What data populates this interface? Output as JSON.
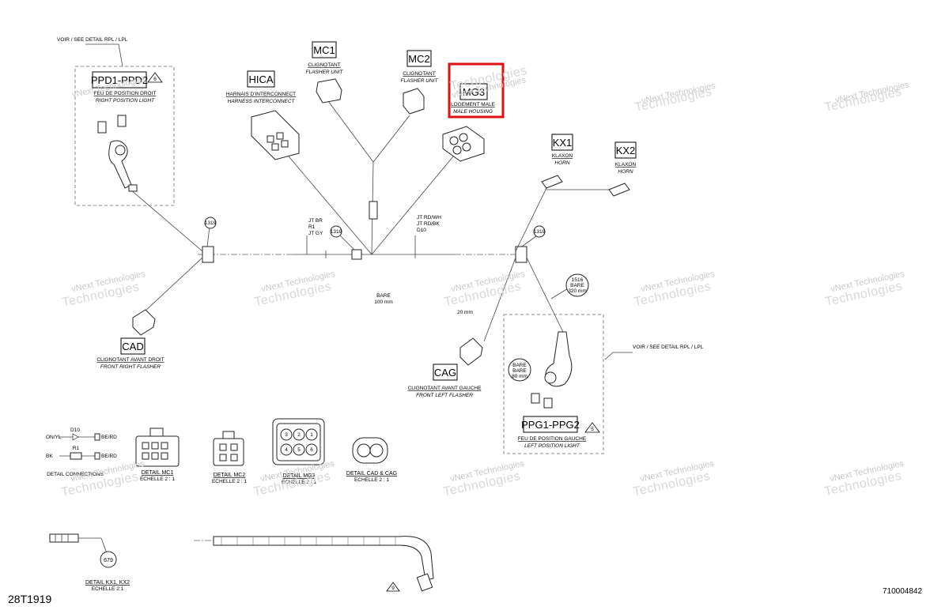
{
  "watermark": {
    "line1": "vNext Technologies",
    "line2": "Technologies"
  },
  "highlight_color": "#e01010",
  "doc_left": "28T1919",
  "doc_right": "710004842",
  "connectors": {
    "ppd": {
      "code": "PPD1-PPD2",
      "fr": "FEU DE POSITION DROIT",
      "en": "RIGHT POSITION LIGHT",
      "note": "6"
    },
    "hica": {
      "code": "HICA",
      "fr": "HARNAIS D'INTERCONNECT",
      "en": "HARNESS INTERCONNECT"
    },
    "mc1": {
      "code": "MC1",
      "fr": "CLIGNOTANT",
      "en": "FLASHER UNIT"
    },
    "mc2": {
      "code": "MC2",
      "fr": "CLIGNOTANT",
      "en": "FLASHER UNIT"
    },
    "mg3": {
      "code": "MG3",
      "fr": "LOGEMENT MALE",
      "en": "MALE HOUSING"
    },
    "kx1": {
      "code": "KX1",
      "fr": "KLAXON",
      "en": "HORN"
    },
    "kx2": {
      "code": "KX2",
      "fr": "KLAXON",
      "en": "HORN"
    },
    "cad": {
      "code": "CAD",
      "fr": "CLIGNOTANT AVANT DROIT",
      "en": "FRONT RIGHT FLASHER"
    },
    "cag": {
      "code": "CAG",
      "fr": "CLIGNOTANT AVANT GAUCHE",
      "en": "FRONT LEFT FLASHER"
    },
    "ppg": {
      "code": "PPG1-PPG2",
      "fr": "FEU DE POSITION GAUCHE",
      "en": "LEFT POSITION LIGHT",
      "note": "5"
    }
  },
  "notes": {
    "voir_top": "VOIR / SEE DETAIL RPL / LPL",
    "voir_right": "VOIR / SEE DETAIL RPL / LPL",
    "ref_1319_a": "1319",
    "ref_1319_b": "1319",
    "ref_1319_c": "1319",
    "jt1": [
      "JT BR",
      "R1",
      "JT GY"
    ],
    "jt2": [
      "JT RD/WH",
      "JT RD/BK",
      "D10"
    ],
    "bare_center": [
      "BARE",
      "100 mm"
    ],
    "ref_1516": [
      "1516",
      "BARE",
      "320 mm"
    ],
    "dim_20mm": "20 mm",
    "bare_80": [
      "BARE",
      "BARE",
      "80 mm"
    ],
    "ref_9": "9"
  },
  "details": {
    "schematic": {
      "a_left": "ON/YL",
      "a_mid": "D10",
      "a_right": "BE/RD",
      "b_left": "BK",
      "b_mid": "R1",
      "b_right": "BE/RD",
      "caption": "DETAIL CONNECTIONS"
    },
    "mc1": {
      "title": "DETAIL MC1",
      "scale": "ECHELLE 2 : 1"
    },
    "mc2": {
      "title": "DETAIL MC2",
      "scale": "ECHELLE 2 : 1"
    },
    "mg3": {
      "title": "DETAIL MG3",
      "scale": "ECHELLE 2 : 1",
      "pins": [
        "3",
        "2",
        "1",
        "4",
        "5",
        "6"
      ]
    },
    "cad_cag": {
      "title": "DETAIL CAD & CAG",
      "scale": "ECHELLE 2 : 1"
    },
    "kx": {
      "title": "DETAIL KX1, KX2",
      "scale": "ECHELLE 2:1",
      "ref": "679"
    }
  }
}
